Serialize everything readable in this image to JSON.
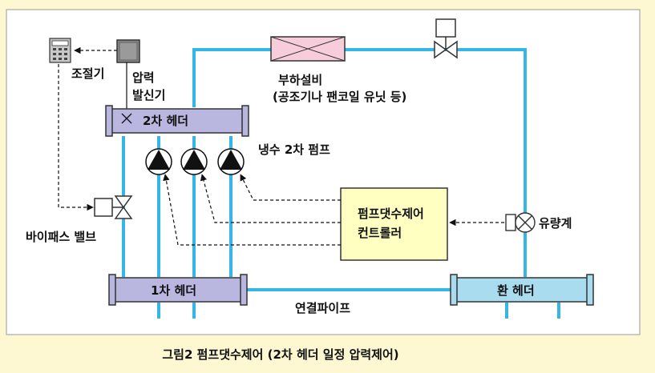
{
  "caption": "그림2 펌프댓수제어 (2차 헤더 일정 압력제어)",
  "labels": {
    "controller": "조절기",
    "pressure_line1": "압력",
    "pressure_line2": "발신기",
    "secondary_header": "2차 헤더",
    "load_line1": "부하설비",
    "load_line2": "(공조기나 팬코일 유닛 등)",
    "pumps": "냉수 2차 펌프",
    "pump_ctrl_line1": "펌프댓수제어",
    "pump_ctrl_line2": "컨트롤러",
    "flowmeter": "유량계",
    "bypass_valve": "바이패스 밸브",
    "primary_header": "1차 헤더",
    "return_header": "환 헤더",
    "connecting_pipe": "연결파이프"
  },
  "colors": {
    "background": "#fdf8d2",
    "panel": "#ffffff",
    "pipe": "#36b6e6",
    "header_fill": "#b9b6e0",
    "return_header_fill": "#a9dcef",
    "controller_fill": "#ffffc2",
    "load_fill": "#f7cddc"
  }
}
